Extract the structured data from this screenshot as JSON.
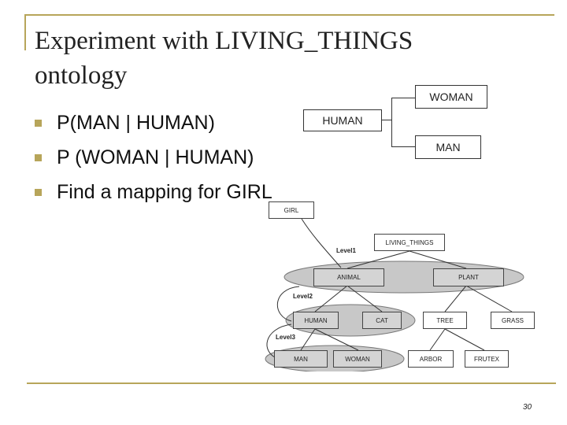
{
  "slide": {
    "title_line1": "Experiment with LIVING_THINGS",
    "title_line2": "ontology",
    "bullets": [
      "P(MAN | HUMAN)",
      "P (WOMAN | HUMAN)",
      "Find a mapping for GIRL"
    ],
    "page_number": "30"
  },
  "tree": {
    "root": "HUMAN",
    "children": [
      "WOMAN",
      "MAN"
    ]
  },
  "ontology": {
    "girl": "GIRL",
    "root": "LIVING_THINGS",
    "level1": "Level1",
    "level2": "Level2",
    "level3": "Level3",
    "animal": "ANIMAL",
    "plant": "PLANT",
    "human": "HUMAN",
    "cat": "CAT",
    "tree": "TREE",
    "grass": "GRASS",
    "man": "MAN",
    "woman": "WOMAN",
    "arbor": "ARBOR",
    "frutex": "FRUTEX"
  },
  "colors": {
    "accent": "#b7a55a",
    "ellipse_fill": "#c8c8c8",
    "node_fill": "#d4d4d4"
  }
}
